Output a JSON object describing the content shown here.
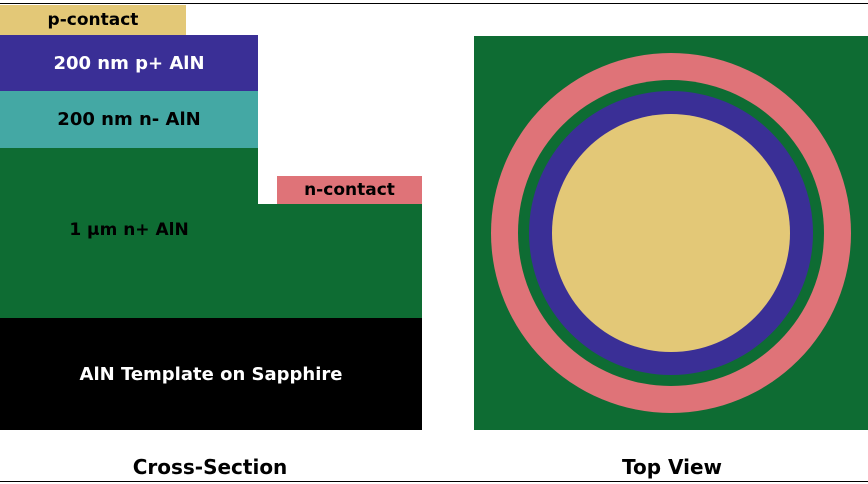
{
  "cross_section": {
    "layers": {
      "p_contact": "p-contact",
      "p_aln": "200 nm p+ AlN",
      "n_aln": "200 nm n- AlN",
      "nplus_aln": "1 μm n+ AlN",
      "n_contact": "n-contact",
      "template": "AlN Template on Sapphire"
    },
    "caption": "Cross-Section"
  },
  "top_view": {
    "caption": "Top View"
  },
  "colors": {
    "p_contact": "#e3c877",
    "p_aln": "#3a2f96",
    "n_aln": "#44a8a4",
    "nplus_aln": "#0e6c33",
    "n_contact": "#df7378",
    "template": "#000000"
  }
}
